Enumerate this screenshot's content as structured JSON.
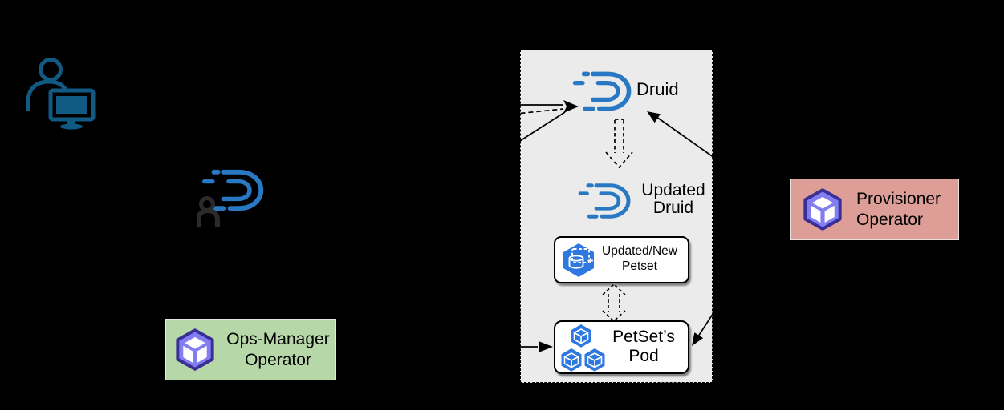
{
  "diagram": {
    "admin": {
      "icon": "admin-user-computer-icon"
    },
    "druid_client": {
      "icon": "druid-logo",
      "user_icon": "user-icon"
    },
    "ops_manager_box": {
      "line1": "Ops-Manager",
      "line2": "Operator",
      "fill": "#b6d7a8",
      "icon": "operator-cube-icon"
    },
    "provisioner_box": {
      "line1": "Provisioner",
      "line2": "Operator",
      "fill": "#dc9e96",
      "icon": "operator-cube-icon"
    },
    "cluster_box": {
      "fill": "#ebebeb",
      "druid": {
        "label": "Druid",
        "icon": "druid-logo"
      },
      "updated_druid": {
        "line1": "Updated",
        "line2": "Druid",
        "icon": "druid-logo"
      },
      "petset_box": {
        "line1": "Updated/New",
        "line2": "Petset",
        "icon": "statefulset-icon"
      },
      "pod_box": {
        "line1": "PetSet’s",
        "line2": "Pod",
        "icon": "pod-icon"
      }
    },
    "colors": {
      "background": "#000000",
      "druid_blue": "#2878c4",
      "kubernetes_blue": "#2f78e0",
      "operator_purple": "#827df0",
      "operator_purple_dark": "#392d96",
      "admin_blue": "#115a84",
      "cluster_gray": "#ebebeb",
      "ops_green": "#b6d7a8",
      "provisioner_pink": "#dc9e96"
    }
  }
}
